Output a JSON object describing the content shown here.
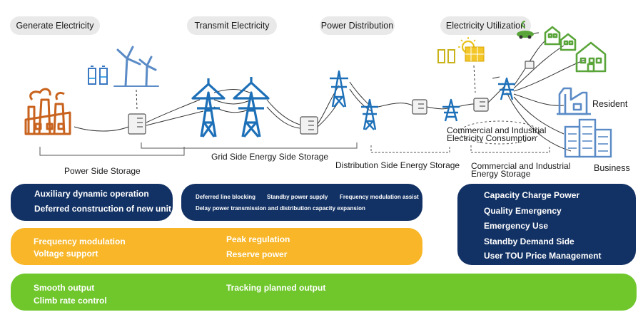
{
  "stages": {
    "generate": "Generate Electricity",
    "transmit": "Transmit Electricity",
    "distribution": "Power Distribution",
    "utilization": "Electricity Utilization"
  },
  "diagram_labels": {
    "commercial_consumption_1": "Commercial and Industrial",
    "commercial_consumption_2": "Electricity Consumption",
    "resident": "Resident",
    "business": "Business"
  },
  "bracket_labels": {
    "power_side": "Power Side Storage",
    "grid_side": "Grid Side Energy Side Storage",
    "distribution_side": "Distribution Side Energy Storage",
    "commercial_storage_1": "Commercial and Industrial",
    "commercial_storage_2": "Energy Storage"
  },
  "panels": {
    "power_side": [
      "Auxiliary dynamic operation",
      "Deferred construction of new unit"
    ],
    "grid_side": {
      "item1": "Deferred line blocking",
      "item2": "Standby power supply",
      "item3": "Frequency modulation assist",
      "item4": "Delay power transmission and distribution capacity expansion"
    },
    "orange": {
      "left1": "Frequency modulation",
      "left2": "Voltage support",
      "right1": "Peak regulation",
      "right2": "Reserve power"
    },
    "green": {
      "left1": "Smooth output",
      "left2": "Climb rate control",
      "right1": "Tracking planned output"
    },
    "user_side": [
      "Capacity Charge Power",
      "Quality Emergency",
      "Emergency Use",
      "Standby Demand Side",
      "User TOU Price Management"
    ]
  },
  "colors": {
    "navy": "#123164",
    "orange": "#f8b628",
    "green": "#6fc72b",
    "tower_blue": "#1d70b8",
    "factory_orange": "#c8621d",
    "house_green": "#5aa53a",
    "business_blue": "#5b8bc6"
  },
  "icons": [
    "factory-icon",
    "wind-turbine-icon",
    "battery-icon",
    "transmission-tower-icon",
    "storage-cabinet-icon",
    "solar-panel-icon",
    "house-icon",
    "industrial-plant-icon",
    "office-building-icon"
  ]
}
